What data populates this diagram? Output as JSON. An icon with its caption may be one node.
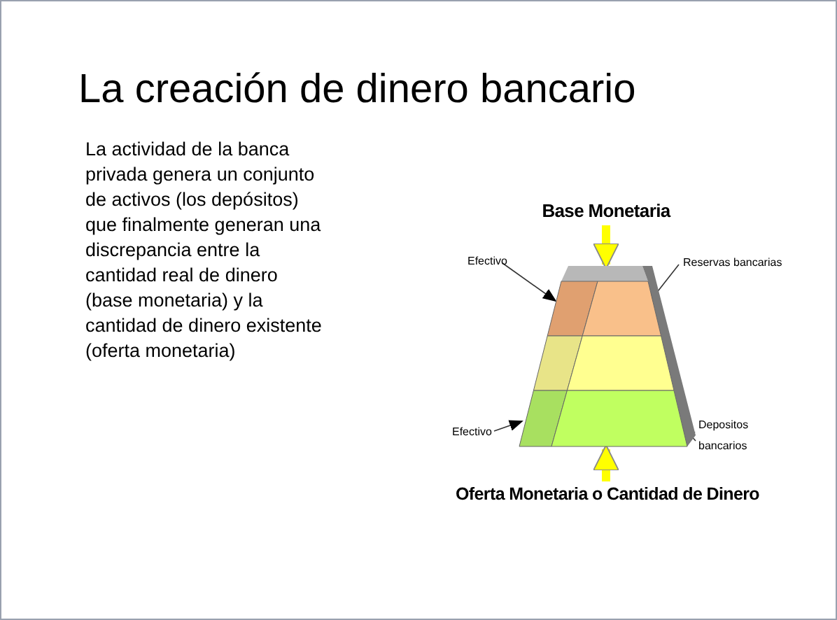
{
  "diagram": {
    "title": "La creación de dinero bancario",
    "nodes": [
      {
        "text": [
          "Base Monetaria"
        ]
      },
      {
        "text": [
          "Oferta Monetaria o Cantidad de Dinero"
        ]
      },
      {
        "text": [
          "Efectivo"
        ]
      },
      {
        "text": [
          "Reservas bancarias"
        ]
      },
      {
        "text": [
          "Efectivo"
        ]
      },
      {
        "text": [
          "Depositos bancarios"
        ]
      },
      {
        "text": [],
        "shape": "pyramid"
      }
    ],
    "edges": [
      {
        "from": 0,
        "to": 6,
        "arrow": "to",
        "style": "thick",
        "color": "#ffff00"
      },
      {
        "from": 1,
        "to": 6,
        "arrow": "to",
        "style": "thick",
        "color": "#ffff00"
      },
      {
        "from": 2,
        "to": 6,
        "arrow": "to"
      },
      {
        "from": 3,
        "to": 6,
        "arrow": "to"
      },
      {
        "from": 4,
        "to": 6,
        "arrow": "to"
      },
      {
        "from": 5,
        "to": 6,
        "arrow": "to"
      }
    ],
    "labels": [
      "La actividad de la banca privada genera un conjunto de activos (los depósitos) que finalmente generan una discrepancia entre la cantidad real de dinero (base monetaria) y la cantidad de dinero existente (oferta monetaria)"
    ]
  }
}
